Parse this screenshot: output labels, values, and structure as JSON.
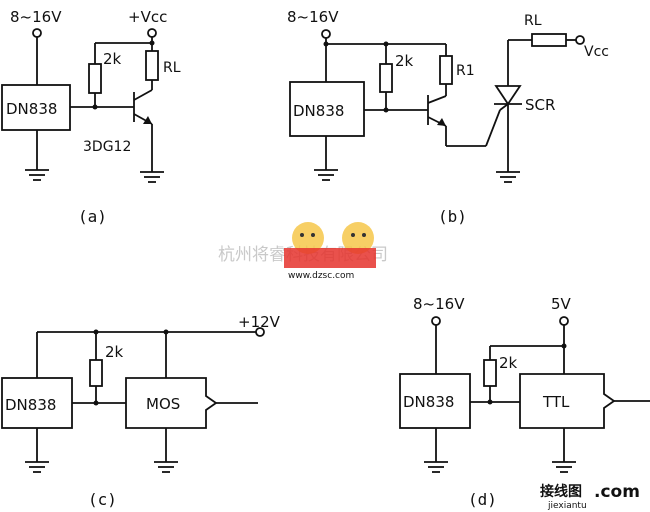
{
  "circuits": {
    "a": {
      "supply_label": "8~16V",
      "vcc_label": "+Vcc",
      "chip_label": "DN838",
      "resistor_label": "2k",
      "load_label": "RL",
      "transistor_label": "3DG12",
      "caption": "(a)"
    },
    "b": {
      "supply_label": "8~16V",
      "chip_label": "DN838",
      "resistor_label": "2k",
      "r1_label": "R1",
      "load_label": "RL",
      "vcc_label": "Vcc",
      "scr_label": "SCR",
      "caption": "(b)"
    },
    "c": {
      "supply_label": "+12V",
      "chip_label": "DN838",
      "resistor_label": "2k",
      "gate_label": "MOS",
      "caption": "(c)"
    },
    "d": {
      "supply_label": "8~16V",
      "logic_supply_label": "5V",
      "chip_label": "DN838",
      "resistor_label": "2k",
      "gate_label": "TTL",
      "caption": "(d)"
    }
  },
  "watermarks": {
    "company": "杭州将睿科技有限公司",
    "site": "www.dzsc.com",
    "corner_brand": "接线图",
    "corner_domain": ".com",
    "corner_site": "jiexiantu"
  },
  "colors": {
    "wire": "#111111",
    "watermark": "#c9c9c9",
    "logo_red": "#e5322d"
  }
}
